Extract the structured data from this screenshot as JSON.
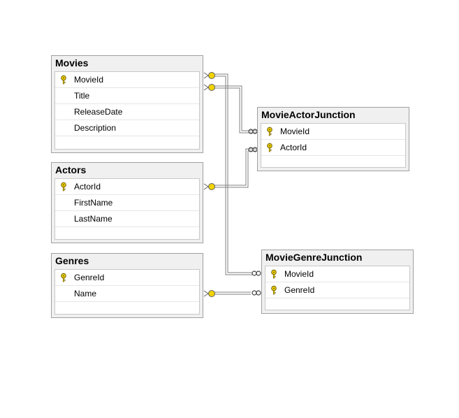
{
  "tables": {
    "movies": {
      "name": "Movies",
      "columns": [
        {
          "name": "MovieId",
          "key": true
        },
        {
          "name": "Title",
          "key": false
        },
        {
          "name": "ReleaseDate",
          "key": false
        },
        {
          "name": "Description",
          "key": false
        }
      ]
    },
    "actors": {
      "name": "Actors",
      "columns": [
        {
          "name": "ActorId",
          "key": true
        },
        {
          "name": "FirstName",
          "key": false
        },
        {
          "name": "LastName",
          "key": false
        }
      ]
    },
    "genres": {
      "name": "Genres",
      "columns": [
        {
          "name": "GenreId",
          "key": true
        },
        {
          "name": "Name",
          "key": false
        }
      ]
    },
    "movieActorJunction": {
      "name": "MovieActorJunction",
      "columns": [
        {
          "name": "MovieId",
          "key": true
        },
        {
          "name": "ActorId",
          "key": true
        }
      ]
    },
    "movieGenreJunction": {
      "name": "MovieGenreJunction",
      "columns": [
        {
          "name": "MovieId",
          "key": true
        },
        {
          "name": "GenreId",
          "key": true
        }
      ]
    }
  },
  "colors": {
    "key_icon": "#f2d400",
    "relationship_line": "#808080",
    "table_border": "#a0a0a0",
    "table_background": "#f0f0f0"
  },
  "icons": {
    "primary_key": "key-icon",
    "one_end": "key-icon",
    "many_end": "infinity-icon"
  }
}
